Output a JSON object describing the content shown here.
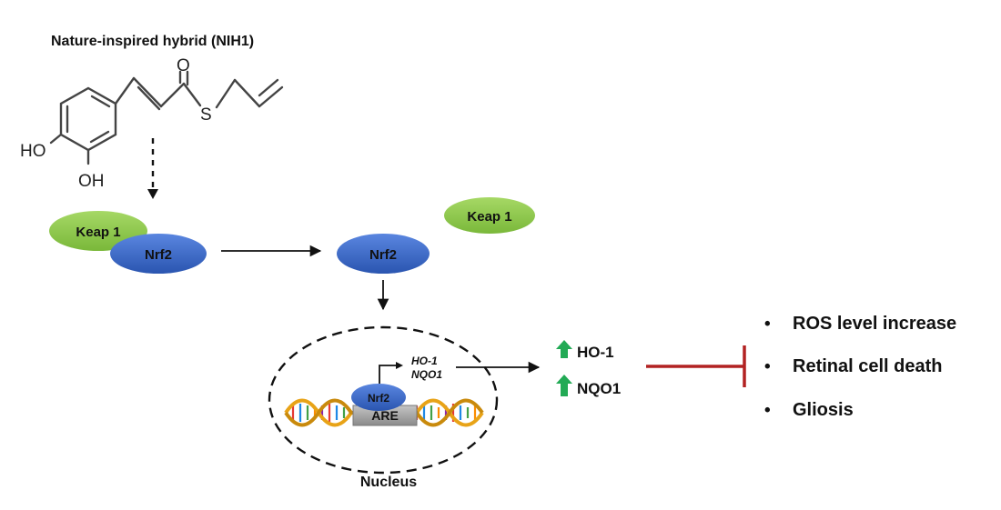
{
  "compound": {
    "title": "Nature-inspired hybrid (NIH1)",
    "atoms": {
      "o_carbonyl": "O",
      "s": "S",
      "oh_top": "HO",
      "oh_bottom": "OH"
    }
  },
  "proteins": {
    "keap1_bound": "Keap 1",
    "nrf2_bound": "Nrf2",
    "keap1_free": "Keap 1",
    "nrf2_free": "Nrf2",
    "nrf2_dna": "Nrf2"
  },
  "nucleus": {
    "label": "Nucleus",
    "dna_element": "ARE",
    "genes": [
      "HO-1",
      "NQO1"
    ]
  },
  "upregulated": [
    {
      "label": "HO-1"
    },
    {
      "label": "NQO1"
    }
  ],
  "effects": {
    "bullet": "•",
    "items": [
      "ROS level increase",
      "Retinal cell death",
      "Gliosis"
    ]
  },
  "colors": {
    "keap": "#8cc63f",
    "nrf2": "#3b6cc9",
    "up_arrow": "#22aa55",
    "inhibit": "#b22222",
    "are_box": "#9a9a9a"
  }
}
